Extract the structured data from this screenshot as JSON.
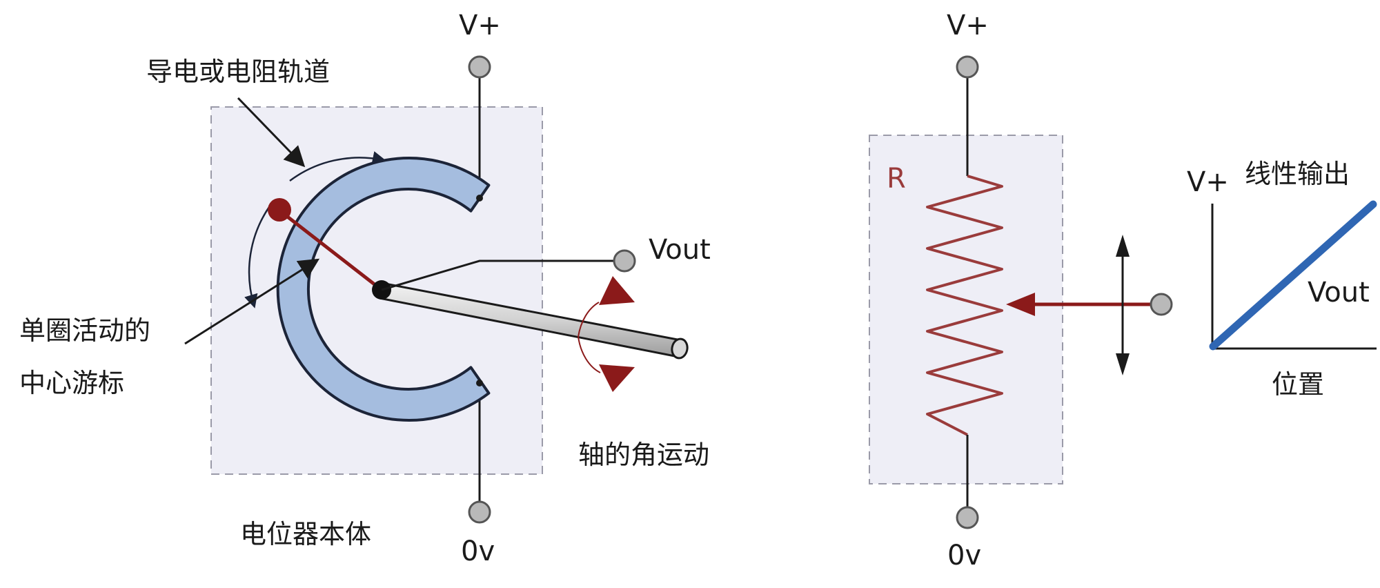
{
  "left": {
    "vplus": "V+",
    "track_label": "导电或电阻轨道",
    "vout": "Vout",
    "wiper_label_line1": "单圈活动的",
    "wiper_label_line2": "中心游标",
    "shaft_motion_label": "轴的角运动",
    "body_label": "电位器本体",
    "zero_v": "0v"
  },
  "right": {
    "vplus": "V+",
    "resistor_label": "R",
    "zero_v": "0v"
  },
  "graph": {
    "y_label": "V+",
    "title": "线性输出",
    "line_label": "Vout",
    "x_label": "位置"
  },
  "colors": {
    "box_fill": "#eeeef6",
    "box_stroke": "#9a9aa8",
    "track_fill": "#a5bddf",
    "track_stroke": "#1c2438",
    "wiper_red": "#8b1a1a",
    "resistor_red": "#9a3b3b",
    "graph_blue": "#2f66b3",
    "terminal_gray": "#b9b9b9"
  }
}
